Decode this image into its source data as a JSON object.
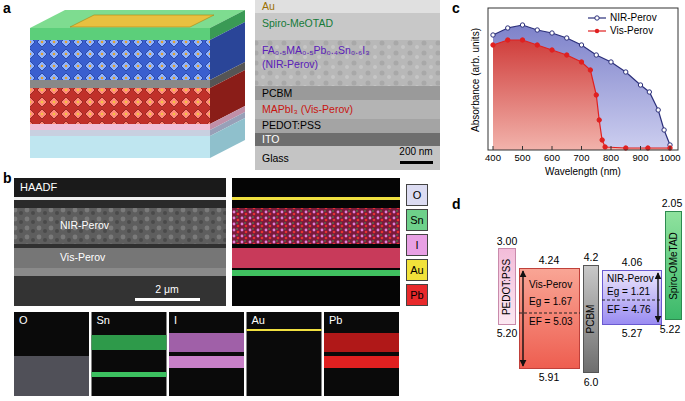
{
  "diagram": {
    "nodes": [
      {
        "text": [
          "PEDOT:PSS"
        ]
      },
      {
        "text": [
          "Vis-Perov",
          "Eg = 1.67",
          "EF = 5.03"
        ]
      },
      {
        "text": [
          "PCBM"
        ]
      },
      {
        "text": [
          "NIR-Perov",
          "Eg = 1.21",
          "EF = 4.76"
        ]
      },
      {
        "text": [
          "Spiro-OMeTAD"
        ]
      }
    ],
    "labels": [
      "a",
      "b",
      "c",
      "d",
      "Au",
      "Spiro-MeOTAD",
      "FA₀.₅MA₀.₅Pb₀.₄Sn₀.₆I₃",
      "(NIR-Perov)",
      "PCBM",
      "MAPbI₃ (Vis-Perov)",
      "PEDOT:PSS",
      "ITO",
      "Glass",
      "200 nm",
      "HAADF",
      "NIR-Perov",
      "Vis-Perov",
      "2 μm",
      "O",
      "Sn",
      "I",
      "Au",
      "Pb",
      "Absorbance (arb. units)",
      "Wavelength (nm)",
      "400",
      "500",
      "600",
      "700",
      "800",
      "900",
      "1000",
      "3.00",
      "5.20",
      "4.24",
      "5.91",
      "4.2",
      "6.0",
      "4.06",
      "5.27",
      "2.05",
      "5.22"
    ],
    "legend": [
      {
        "text": "O",
        "color": "#dcdcf2"
      },
      {
        "text": "Sn",
        "color": "#6ed08a"
      },
      {
        "text": "I",
        "color": "#e8a0e4"
      },
      {
        "text": "Au",
        "color": "#f2e23a"
      },
      {
        "text": "Pb",
        "color": "#e8292b"
      },
      {
        "text": "NIR-Perov"
      },
      {
        "text": "Vis-Perov"
      }
    ]
  }
}
